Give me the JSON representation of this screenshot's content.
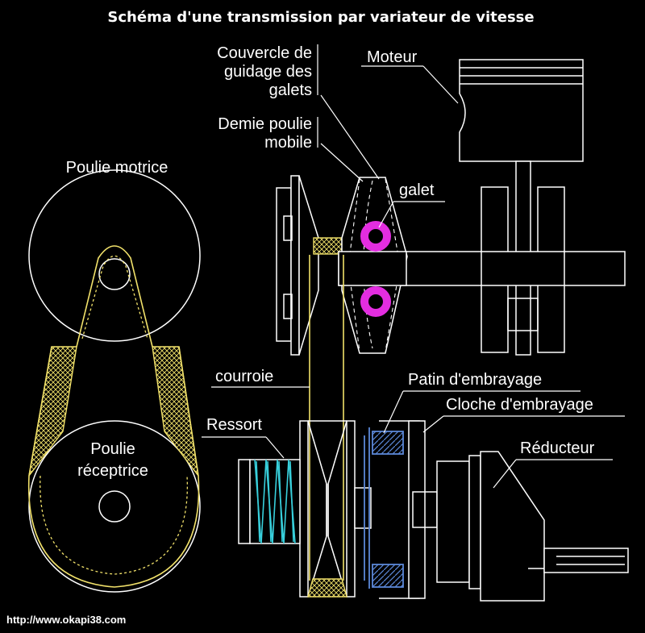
{
  "title": "Schéma d'une transmission par variateur de vitesse",
  "url": "http://www.okapi38.com",
  "labels": {
    "couvercle": [
      "Couvercle de",
      "guidage des",
      "galets"
    ],
    "demie_poulie": [
      "Demie poulie",
      "mobile"
    ],
    "moteur": "Moteur",
    "galet": "galet",
    "poulie_motrice": "Poulie motrice",
    "poulie_receptrice": [
      "Poulie",
      "réceptrice"
    ],
    "courroie": "courroie",
    "patin": "Patin d'embrayage",
    "cloche": "Cloche d'embrayage",
    "ressort": "Ressort",
    "reducteur": "Réducteur"
  },
  "colors": {
    "background": "#000000",
    "line": "#ffffff",
    "belt": "#f1e16a",
    "galet": "#e32de0",
    "spring": "#38d0dc",
    "clutch_shoe": "#5b88d8"
  }
}
